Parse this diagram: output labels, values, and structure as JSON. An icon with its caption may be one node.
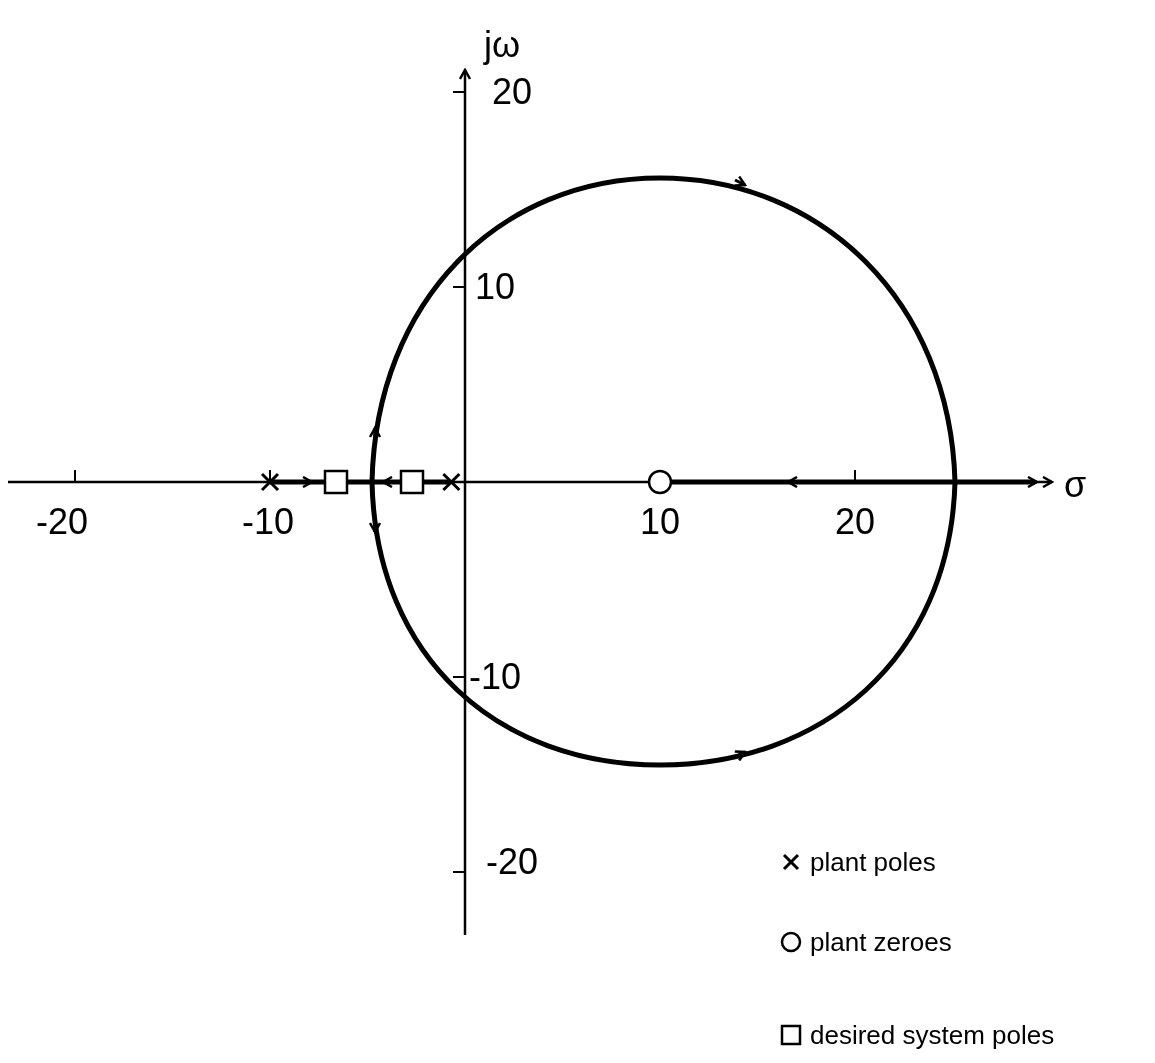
{
  "diagram": {
    "labels": [
      "jω",
      "20",
      "10",
      "-20",
      "-10",
      "10",
      "20",
      "σ",
      "-10",
      "-20"
    ],
    "legend": [
      {
        "text": "plant poles"
      },
      {
        "text": "plant zeroes"
      },
      {
        "text": "desired system poles"
      }
    ]
  }
}
